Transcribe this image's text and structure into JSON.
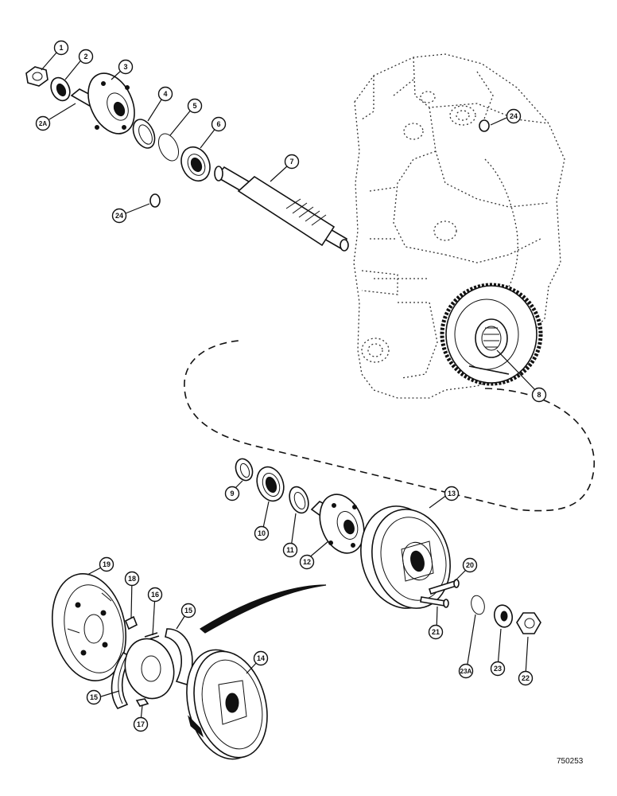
{
  "figure_number": "750253",
  "callouts": [
    {
      "id": "c1",
      "label": "1"
    },
    {
      "id": "c2",
      "label": "2"
    },
    {
      "id": "c2a",
      "label": "2A"
    },
    {
      "id": "c3",
      "label": "3"
    },
    {
      "id": "c4",
      "label": "4"
    },
    {
      "id": "c5",
      "label": "5"
    },
    {
      "id": "c6",
      "label": "6"
    },
    {
      "id": "c7",
      "label": "7"
    },
    {
      "id": "c24a",
      "label": "24"
    },
    {
      "id": "c24b",
      "label": "24"
    },
    {
      "id": "c8",
      "label": "8"
    },
    {
      "id": "c9",
      "label": "9"
    },
    {
      "id": "c10",
      "label": "10"
    },
    {
      "id": "c11",
      "label": "11"
    },
    {
      "id": "c12",
      "label": "12"
    },
    {
      "id": "c13",
      "label": "13"
    },
    {
      "id": "c14",
      "label": "14"
    },
    {
      "id": "c15a",
      "label": "15"
    },
    {
      "id": "c15b",
      "label": "15"
    },
    {
      "id": "c16",
      "label": "16"
    },
    {
      "id": "c17",
      "label": "17"
    },
    {
      "id": "c18",
      "label": "18"
    },
    {
      "id": "c19",
      "label": "19"
    },
    {
      "id": "c20",
      "label": "20"
    },
    {
      "id": "c21",
      "label": "21"
    },
    {
      "id": "c22",
      "label": "22"
    },
    {
      "id": "c23",
      "label": "23"
    },
    {
      "id": "c23a",
      "label": "23A"
    }
  ]
}
